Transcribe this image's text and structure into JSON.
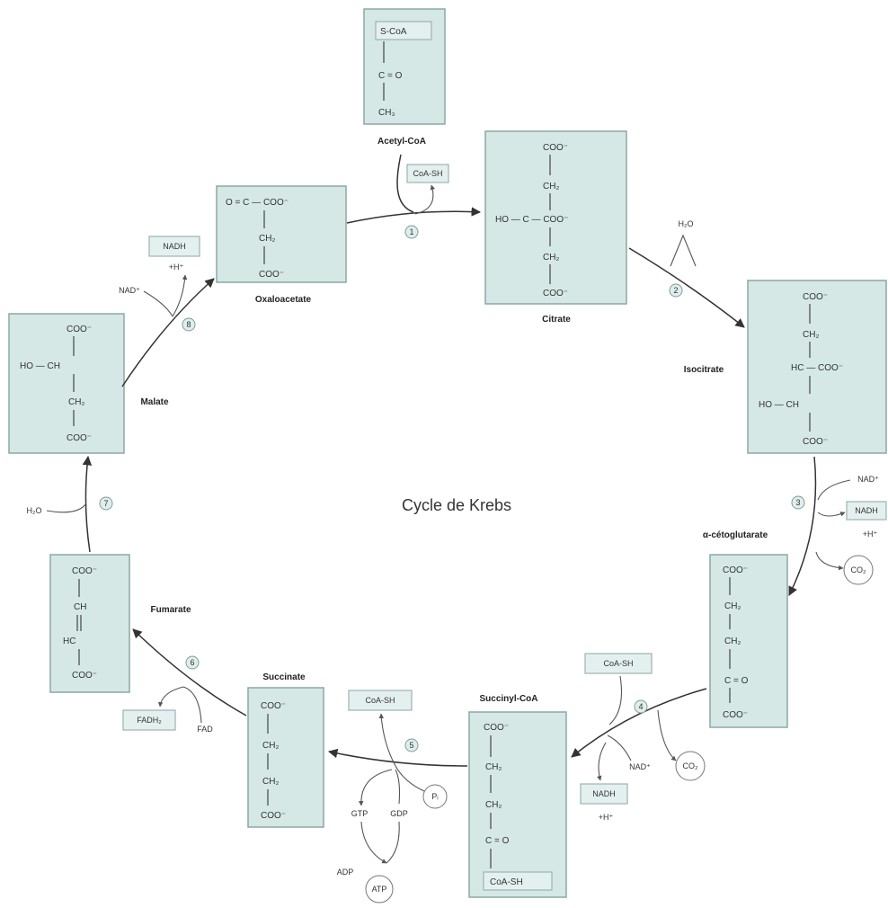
{
  "title": "Cycle de Krebs",
  "compounds": {
    "acetylcoa": {
      "name": "Acetyl-CoA",
      "lines": [
        "S-CoA",
        "C = O",
        "CH₃"
      ]
    },
    "citrate": {
      "name": "Citrate",
      "lines": [
        "COO⁻",
        "CH₂",
        "HO — C — COO⁻",
        "CH₂",
        "COO⁻"
      ]
    },
    "isocitrate": {
      "name": "Isocitrate",
      "lines": [
        "COO⁻",
        "CH₂",
        "HC — COO⁻",
        "HO — CH",
        "COO⁻"
      ]
    },
    "akg": {
      "name": "α-cétoglutarate",
      "lines": [
        "COO⁻",
        "CH₂",
        "CH₂",
        "C = O",
        "COO⁻"
      ]
    },
    "succoa": {
      "name": "Succinyl-CoA",
      "lines": [
        "COO⁻",
        "CH₂",
        "CH₂",
        "C = O",
        "CoA-SH"
      ]
    },
    "succinate": {
      "name": "Succinate",
      "lines": [
        "COO⁻",
        "CH₂",
        "CH₂",
        "COO⁻"
      ]
    },
    "fumarate": {
      "name": "Fumarate",
      "lines": [
        "COO⁻",
        "CH",
        "HC",
        "COO⁻"
      ]
    },
    "malate": {
      "name": "Malate",
      "lines": [
        "COO⁻",
        "HO — CH",
        "CH₂",
        "COO⁻"
      ]
    },
    "oxaloacetate": {
      "name": "Oxaloacetate",
      "lines": [
        "O = C — COO⁻",
        "CH₂",
        "COO⁻"
      ]
    }
  },
  "steps": [
    "1",
    "2",
    "3",
    "4",
    "5",
    "6",
    "7",
    "8"
  ],
  "cofactors": {
    "coa_sh_1": "CoA-SH",
    "h2o_2": "H₂O",
    "nad_3": "NAD⁺",
    "nadh_3": "NADH",
    "h_3": "+H⁺",
    "co2_3": "CO₂",
    "coa_sh_4": "CoA-SH",
    "nad_4": "NAD⁺",
    "nadh_4": "NADH",
    "h_4": "+H⁺",
    "co2_4": "CO₂",
    "coa_sh_5": "CoA-SH",
    "pi_5": "Pᵢ",
    "gtp_5": "GTP",
    "gdp_5": "GDP",
    "adp_5": "ADP",
    "atp_5": "ATP",
    "fadh2_6": "FADH₂",
    "fad_6": "FAD",
    "h2o_7": "H₂O",
    "nad_8": "NAD⁺",
    "nadh_8": "NADH",
    "h_8": "+H⁺"
  }
}
